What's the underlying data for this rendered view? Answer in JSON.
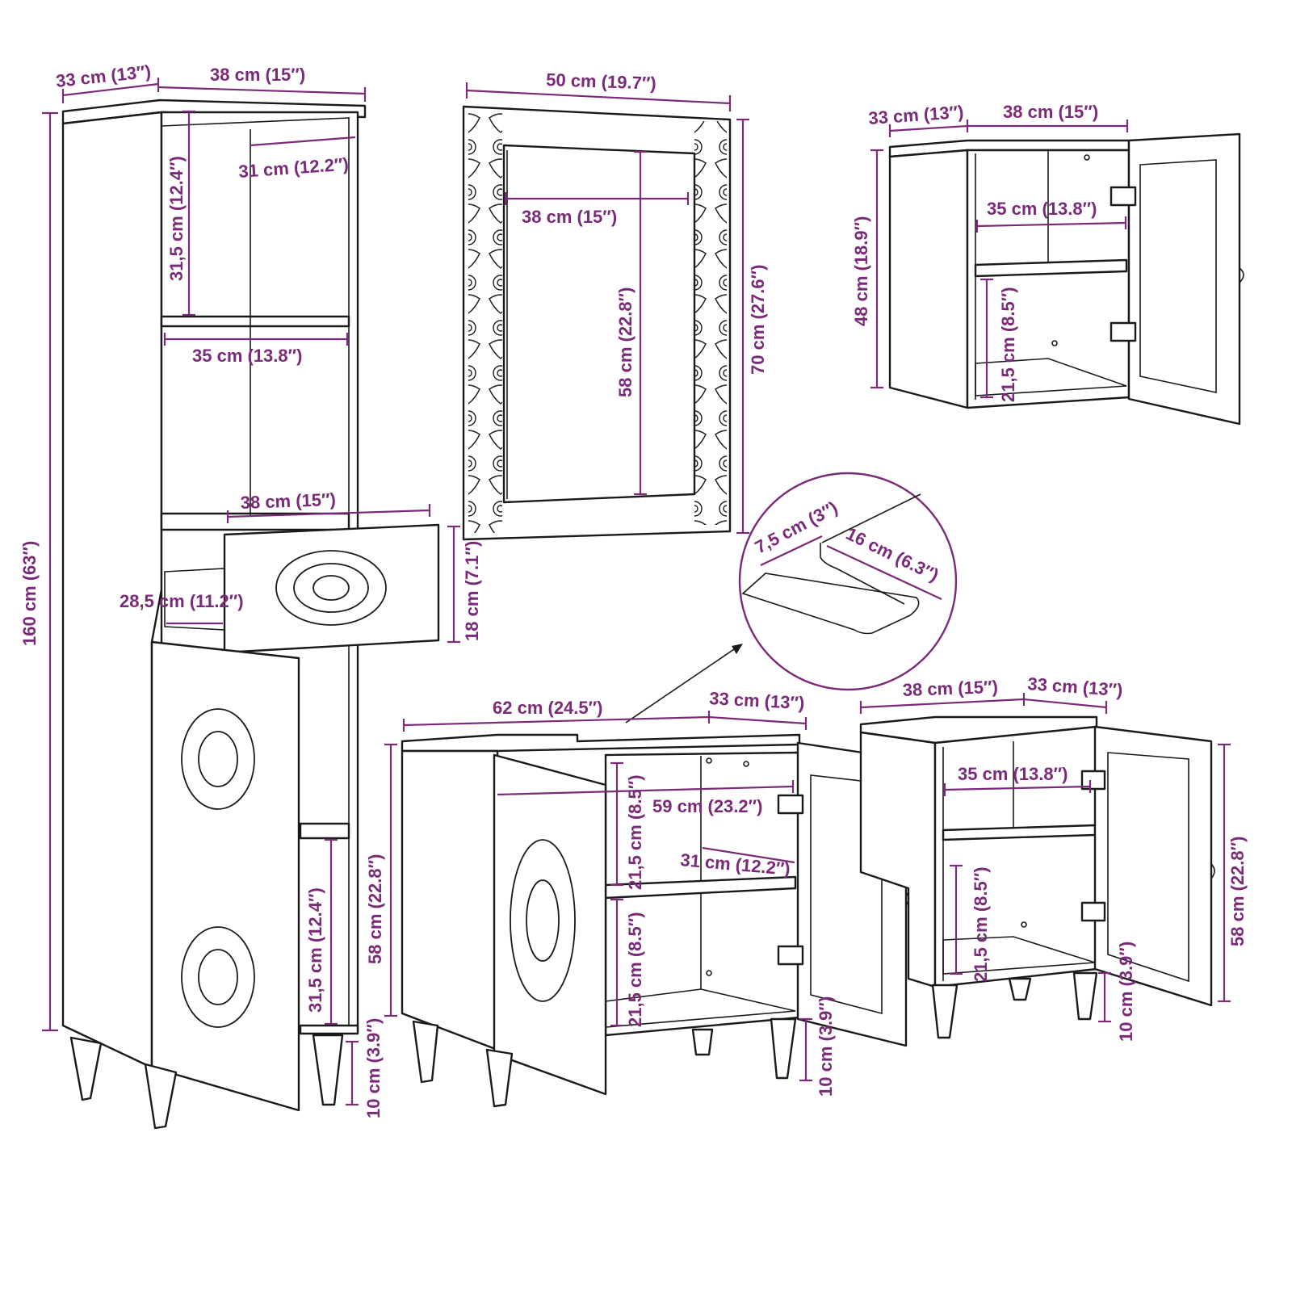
{
  "colors": {
    "dimension": "#7a2a79",
    "outline": "#1a1a1a",
    "background": "#ffffff"
  },
  "tall_cabinet": {
    "depth": "33 cm (13″)",
    "width": "38 cm (15″)",
    "inner_depth": "31 cm (12.2″)",
    "upper_height": "31,5 cm (12.4″)",
    "shelf_width": "35 cm (13.8″)",
    "drawer_width": "38 cm (15″)",
    "drawer_depth": "28,5 cm (11.2″)",
    "drawer_height": "18 cm (7.1″)",
    "total_height": "160 cm (63″)",
    "lower_height": "31,5 cm (12.4″)",
    "leg_height": "10 cm (3.9″)"
  },
  "mirror": {
    "width": "50 cm (19.7″)",
    "inner_width": "38 cm (15″)",
    "inner_height": "58 cm (22.8″)",
    "height": "70 cm (27.6″)"
  },
  "wall_cabinet": {
    "depth": "33 cm (13″)",
    "width": "38 cm (15″)",
    "shelf_width": "35 cm (13.8″)",
    "height": "48 cm (18.9″)",
    "lower_height": "21,5 cm (8.5″)"
  },
  "detail": {
    "a": "7,5 cm (3″)",
    "b": "16 cm (6.3″)"
  },
  "sink_cabinet": {
    "width": "62 cm (24.5″)",
    "depth": "33 cm (13″)",
    "inner_width": "59 cm (23.2″)",
    "inner_depth": "31 cm (12.2″)",
    "height": "58 cm (22.8″)",
    "upper_height": "21,5 cm (8.5″)",
    "lower_height": "21,5 cm (8.5″)",
    "leg_height": "10 cm (3.9″)"
  },
  "small_cabinet": {
    "width": "38 cm (15″)",
    "depth": "33 cm (13″)",
    "shelf_width": "35 cm (13.8″)",
    "lower_height": "21,5 cm (8.5″)",
    "height": "58 cm (22.8″)",
    "leg_height": "10 cm (3.9″)"
  }
}
